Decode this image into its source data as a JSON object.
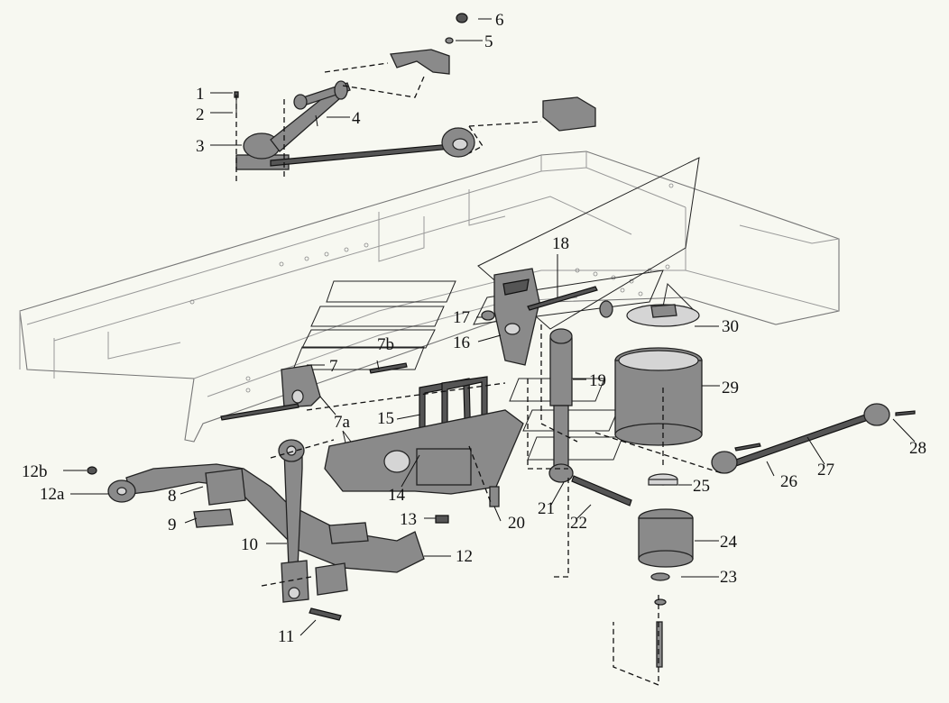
{
  "callouts": [
    {
      "id": "c1",
      "text": "1"
    },
    {
      "id": "c2",
      "text": "2"
    },
    {
      "id": "c3",
      "text": "3"
    },
    {
      "id": "c4",
      "text": "4"
    },
    {
      "id": "c5",
      "text": "5"
    },
    {
      "id": "c6",
      "text": "6"
    },
    {
      "id": "c7",
      "text": "7"
    },
    {
      "id": "c7a",
      "text": "7a"
    },
    {
      "id": "c7b",
      "text": "7b"
    },
    {
      "id": "c8",
      "text": "8"
    },
    {
      "id": "c9",
      "text": "9"
    },
    {
      "id": "c10",
      "text": "10"
    },
    {
      "id": "c11",
      "text": "11"
    },
    {
      "id": "c12",
      "text": "12"
    },
    {
      "id": "c12a",
      "text": "12a"
    },
    {
      "id": "c12b",
      "text": "12b"
    },
    {
      "id": "c13",
      "text": "13"
    },
    {
      "id": "c14",
      "text": "14"
    },
    {
      "id": "c15",
      "text": "15"
    },
    {
      "id": "c16",
      "text": "16"
    },
    {
      "id": "c17",
      "text": "17"
    },
    {
      "id": "c18",
      "text": "18"
    },
    {
      "id": "c19",
      "text": "19"
    },
    {
      "id": "c20",
      "text": "20"
    },
    {
      "id": "c21",
      "text": "21"
    },
    {
      "id": "c22",
      "text": "22"
    },
    {
      "id": "c23",
      "text": "23"
    },
    {
      "id": "c24",
      "text": "24"
    },
    {
      "id": "c25",
      "text": "25"
    },
    {
      "id": "c26",
      "text": "26"
    },
    {
      "id": "c27",
      "text": "27"
    },
    {
      "id": "c28",
      "text": "28"
    },
    {
      "id": "c29",
      "text": "29"
    },
    {
      "id": "c30",
      "text": "30"
    }
  ],
  "colors": {
    "background": "#f7f8f1",
    "line": "#222222",
    "part_fill": "#8a8a8a"
  }
}
